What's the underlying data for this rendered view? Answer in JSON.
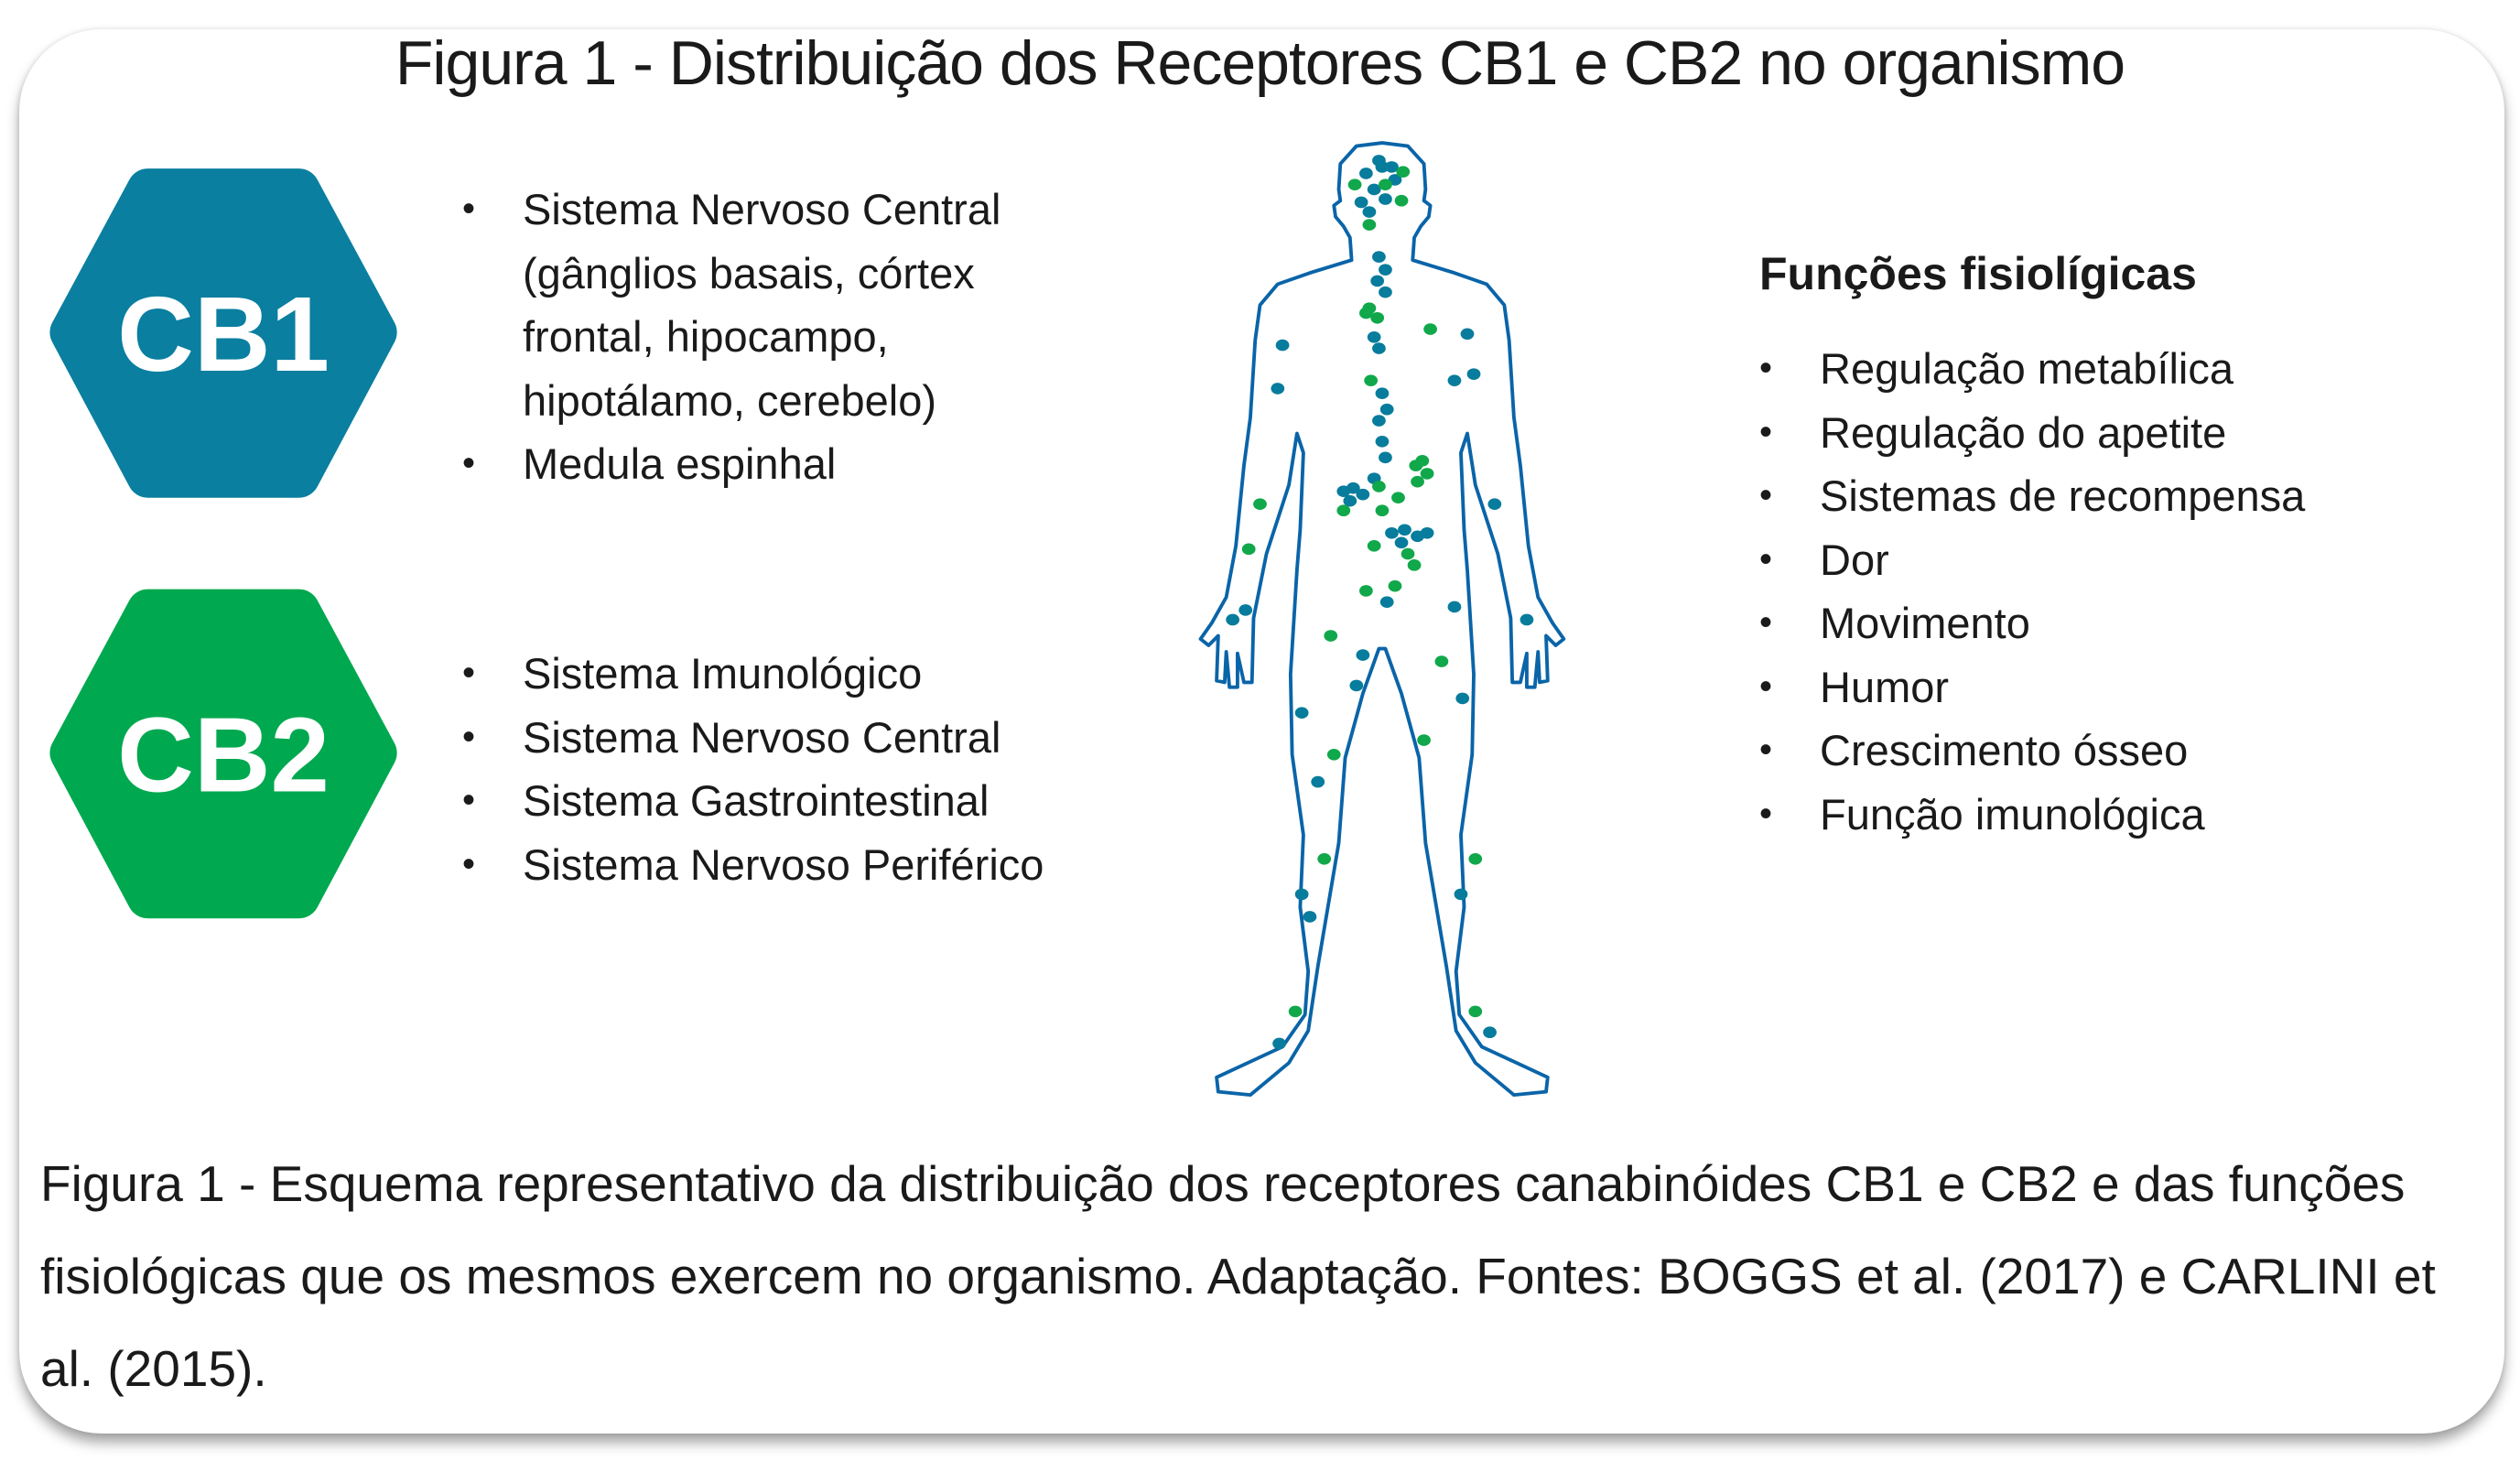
{
  "title": "Figura 1 - Distribuição dos Receptores CB1 e CB2 no organismo",
  "receptors": [
    {
      "label": "CB1",
      "color": "#0a7fa0",
      "items": [
        {
          "text": "Sistema Nervoso Central",
          "bullet": true
        },
        {
          "text": "(gânglios basais, córtex",
          "bullet": false
        },
        {
          "text": "frontal, hipocampo,",
          "bullet": false
        },
        {
          "text": "hipotálamo, cerebelo)",
          "bullet": false
        },
        {
          "text": "Medula espinhal",
          "bullet": true
        }
      ]
    },
    {
      "label": "CB2",
      "color": "#00a84f",
      "items": [
        {
          "text": "Sistema Imunológico",
          "bullet": true
        },
        {
          "text": "Sistema Nervoso Central",
          "bullet": true
        },
        {
          "text": "Sistema Gastrointestinal",
          "bullet": true
        },
        {
          "text": "Sistema Nervoso Periférico",
          "bullet": true
        }
      ]
    }
  ],
  "functions": {
    "title": "Funções fisiolígicas",
    "items": [
      "Regulação metabílica",
      "Regulação do apetite",
      "Sistemas de recompensa",
      "Dor",
      "Movimento",
      "Humor",
      "Crescimento ósseo",
      "Função imunológica"
    ]
  },
  "body_colors": {
    "outline": "#0a64a8",
    "cb1_dot": "#087c9c",
    "cb2_dot": "#10a84a"
  },
  "caption": "Figura  1 - Esquema representativo da distribuição dos receptores canabinóides CB1 e CB2 e das funções fisiológicas que os mesmos exercem no organismo. Adaptação. Fontes: BOGGS et al. (2017) e CARLINI et al. (2015)."
}
